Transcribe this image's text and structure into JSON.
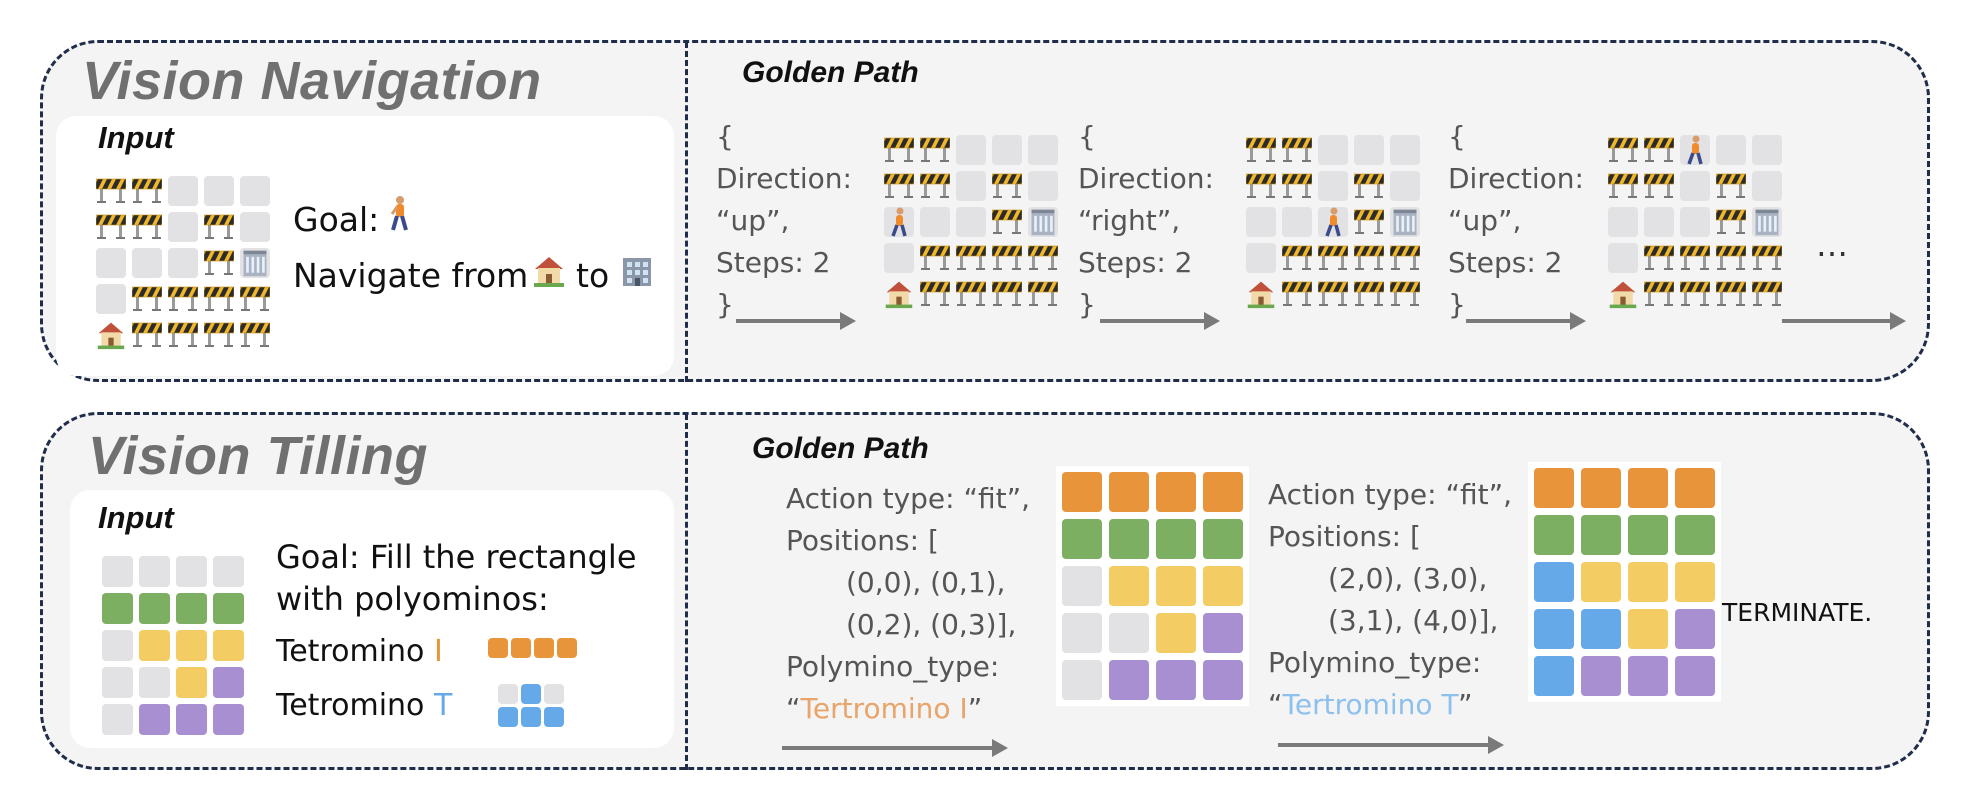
{
  "colors": {
    "panel_bg": "#f4f4f4",
    "dash_border": "#1f2d4a",
    "empty_cell": "#e2e2e4",
    "orange": "#e8943a",
    "green": "#7daf63",
    "yellow": "#f3cd64",
    "purple": "#a78fd2",
    "blue": "#66a9e8",
    "barrier_stripe_dark": "#2b2b2b",
    "barrier_stripe_light": "#f1b72a"
  },
  "icons": {
    "barrier": "construction-barrier-icon",
    "person": "person-walking-icon",
    "house": "house-icon",
    "building": "office-building-icon"
  },
  "navigation": {
    "title": "Vision Navigation",
    "input": {
      "title": "Input",
      "goal_label": "Goal:",
      "navigate_from": "Navigate from",
      "to_word": "to"
    },
    "golden_path": {
      "title": "Golden Path",
      "steps": [
        {
          "open": "{",
          "direction_line": "Direction:",
          "direction_value": "“up”,",
          "steps_line": "Steps: 2",
          "close": "}"
        },
        {
          "open": "{",
          "direction_line": "Direction:",
          "direction_value": "“right”,",
          "steps_line": "Steps: 2",
          "close": "}"
        },
        {
          "open": "{",
          "direction_line": "Direction:",
          "direction_value": "“up”,",
          "steps_line": "Steps: 2",
          "close": "}"
        }
      ],
      "ellipsis": "…"
    },
    "grids": [
      [
        "BBEEE",
        "BBEBE",
        "EEEBC",
        "EBBBB",
        "HBBBB"
      ],
      [
        "BBEEE",
        "BBEBE",
        "PEEBC",
        "EBBBB",
        "HBBBB"
      ],
      [
        "BBEEE",
        "BBEBE",
        "EEPBC",
        "EBBBB",
        "HBBBB"
      ],
      [
        "BBPEE",
        "BBEBE",
        "EEEBC",
        "EBBBB",
        "HBBBB"
      ]
    ]
  },
  "tiling": {
    "title": "Vision Tilling",
    "input": {
      "title": "Input",
      "goal_line1": "Goal: Fill the rectangle",
      "goal_line2": "with polyominos:",
      "tetromino_word": "Tetromino",
      "piece_I": "I",
      "piece_T": "T"
    },
    "golden_path": {
      "title": "Golden Path",
      "actions": [
        {
          "action_line": "Action type: “fit”,",
          "positions_line": "Positions: [",
          "pos_line1": "(0,0), (0,1),",
          "pos_line2": "(0,2), (0,3)],",
          "type_line": "Polymino_type:",
          "type_open": "“",
          "type_value": "Tertromino I",
          "type_close": "”"
        },
        {
          "action_line": "Action type: “fit”,",
          "positions_line": "Positions: [",
          "pos_line1": "(2,0), (3,0),",
          "pos_line2": "(3,1), (4,0)],",
          "type_line": "Polymino_type:",
          "type_open": "“",
          "type_value": "Tertromino T",
          "type_close": "”"
        }
      ],
      "terminate": "TERMINATE."
    },
    "grids": [
      [
        "EEEE",
        "GGGG",
        "EYYY",
        "EEYP",
        "EPPP"
      ],
      [
        "OOOO",
        "GGGG",
        "EYYY",
        "EEYP",
        "EPPP"
      ],
      [
        "OOOO",
        "GGGG",
        "LYYY",
        "LLYP",
        "LPPP"
      ]
    ],
    "piece_I_shape": [
      "OOOO"
    ],
    "piece_T_shape": [
      "ELE",
      "LLL"
    ]
  }
}
